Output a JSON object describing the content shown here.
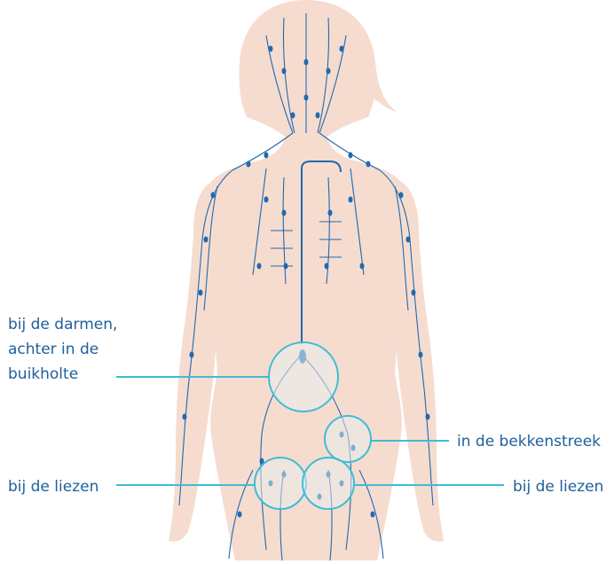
{
  "labels": {
    "intestines": [
      "bij de darmen,",
      "achter in de",
      "buikholte"
    ],
    "pelvis": "in de bekkenstreek",
    "groin_left": "bij de liezen",
    "groin_right": "bij de liezen"
  },
  "colors": {
    "skin": "#f6dccf",
    "vessel": "#1f6ab0",
    "callout": "#3dbdd6",
    "callout_fill": "#e7eef0",
    "text": "#1f5f9b"
  }
}
